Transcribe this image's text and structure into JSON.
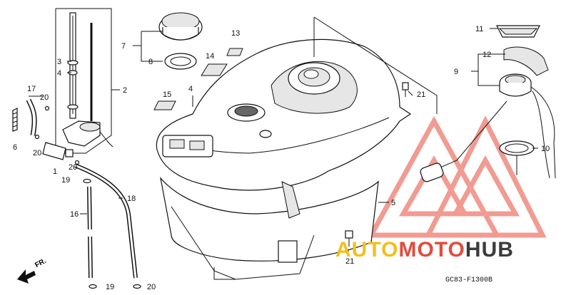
{
  "diagram": {
    "part_labels": [
      {
        "id": "1",
        "text": "1"
      },
      {
        "id": "2",
        "text": "2"
      },
      {
        "id": "3",
        "text": "3"
      },
      {
        "id": "4a",
        "text": "4"
      },
      {
        "id": "4b",
        "text": "4"
      },
      {
        "id": "5",
        "text": "5"
      },
      {
        "id": "6",
        "text": "6"
      },
      {
        "id": "7",
        "text": "7"
      },
      {
        "id": "8",
        "text": "8"
      },
      {
        "id": "9",
        "text": "9"
      },
      {
        "id": "10",
        "text": "10"
      },
      {
        "id": "11",
        "text": "11"
      },
      {
        "id": "12",
        "text": "12"
      },
      {
        "id": "13",
        "text": "13"
      },
      {
        "id": "14",
        "text": "14"
      },
      {
        "id": "15",
        "text": "15"
      },
      {
        "id": "16",
        "text": "16"
      },
      {
        "id": "17",
        "text": "17"
      },
      {
        "id": "18",
        "text": "18"
      },
      {
        "id": "19a",
        "text": "19"
      },
      {
        "id": "19b",
        "text": "19"
      },
      {
        "id": "20a",
        "text": "20"
      },
      {
        "id": "20b",
        "text": "20"
      },
      {
        "id": "20c",
        "text": "20"
      },
      {
        "id": "20d",
        "text": "20"
      },
      {
        "id": "21a",
        "text": "21"
      },
      {
        "id": "21b",
        "text": "21"
      }
    ],
    "direction_marker": "FR.",
    "drawing_code": "GC83-F1300B"
  },
  "watermark": {
    "part1": "AUTO",
    "part2": "MOTO",
    "part3": "HUB",
    "colors": {
      "auto": "#f2c01c",
      "moto": "#e24c3c",
      "hub": "#3b3b3b",
      "triangle": "#ef8a80"
    }
  }
}
